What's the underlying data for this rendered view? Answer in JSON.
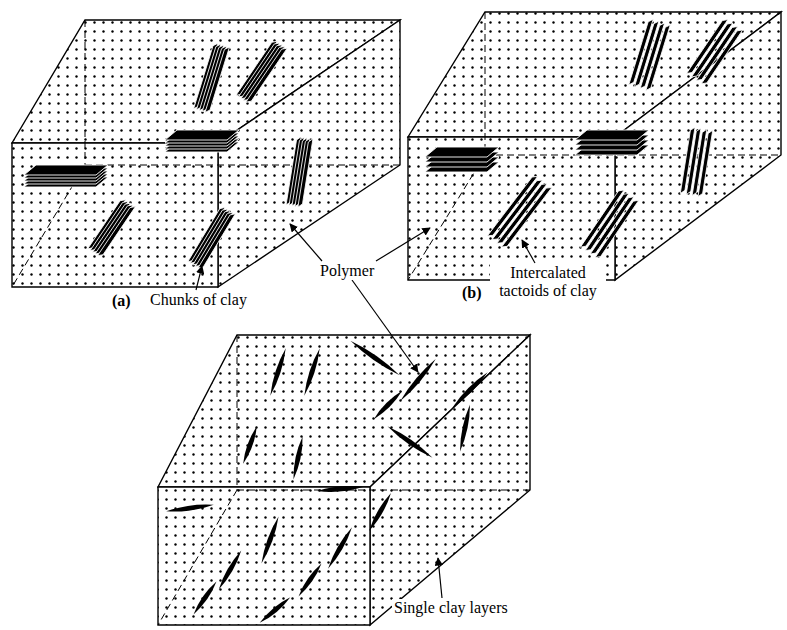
{
  "diagram": {
    "labels": [
      "Chunks of clay",
      "(a)",
      "Polymer",
      "Intercalated tactoids of clay",
      "(b)",
      "Single clay layers"
    ]
  }
}
